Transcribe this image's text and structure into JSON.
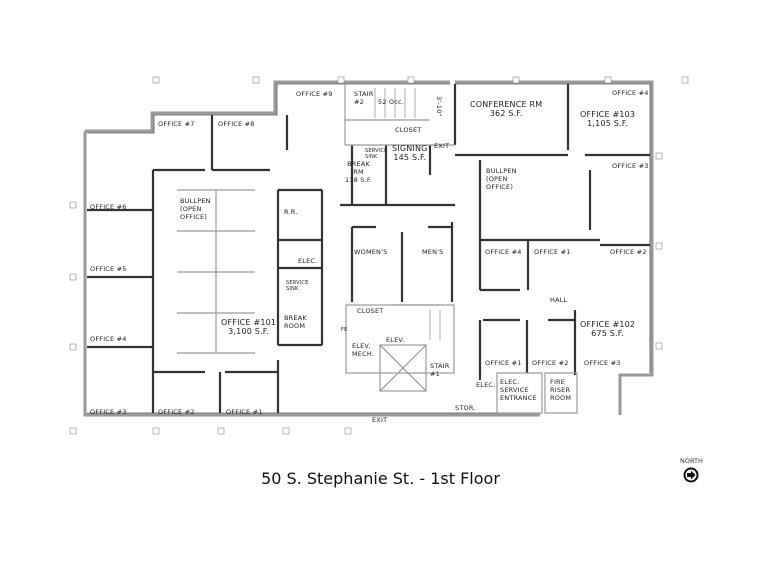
{
  "title": "50 S. Stephanie St. - 1st Floor",
  "north_label": "NORTH",
  "icons": {
    "north_arrow": "north-arrow-icon"
  },
  "rooms": {
    "office9_top": "OFFICE #9",
    "stair2": "STAIR\n#2",
    "occupancy": "52 Occ.",
    "closet_top": "CLOSET",
    "stair_dim": "3'-10\"",
    "conference": "CONFERENCE RM\n362 S.F.",
    "office4_103": "OFFICE #4",
    "office103": "OFFICE #103\n1,105 S.F.",
    "office7": "OFFICE #7",
    "office8": "OFFICE #8",
    "service_sink_top": "SERVICE\nSINK",
    "break_rm": "BREAK\nRM\n138 S.F.",
    "signing": "SIGNING\n145 S.F.",
    "exit_top": "EXIT",
    "bullpen_right": "BULLPEN\n(OPEN\nOFFICE)",
    "office3_right": "OFFICE #3",
    "office6": "OFFICE #6",
    "bullpen_left": "BULLPEN\n(OPEN\nOFFICE)",
    "rr": "R.R.",
    "elec_left": "ELEC.",
    "womens": "WOMEN'S",
    "mens": "MEN'S",
    "office4_right": "OFFICE #4",
    "office1_right": "OFFICE #1",
    "office2_right": "OFFICE #2",
    "office5": "OFFICE #5",
    "service_sink": "SERVICE\nSINK",
    "hall": "HALL",
    "office4_left": "OFFICE #4",
    "office101": "OFFICE #101\n3,100 S.F.",
    "break_room": "BREAK\nROOM",
    "closet_mid": "CLOSET",
    "fe": "FE",
    "elev_mech": "ELEV.\nMECH.",
    "elev": "ELEV.",
    "stair1": "STAIR\n#1",
    "office102": "OFFICE #102\n675 S.F.",
    "office1_102": "OFFICE #1",
    "office2_102": "OFFICE #2",
    "office3_102": "OFFICE #3",
    "elec_right": "ELEC.",
    "elec_service": "ELEC.\nSERVICE\nENTRANCE",
    "fire_riser": "FIRE\nRISER\nROOM",
    "stor": "STOR.",
    "office3_left": "OFFICE #3",
    "office2_left": "OFFICE #2",
    "office1_left": "OFFICE #1",
    "exit_bottom": "EXIT"
  }
}
